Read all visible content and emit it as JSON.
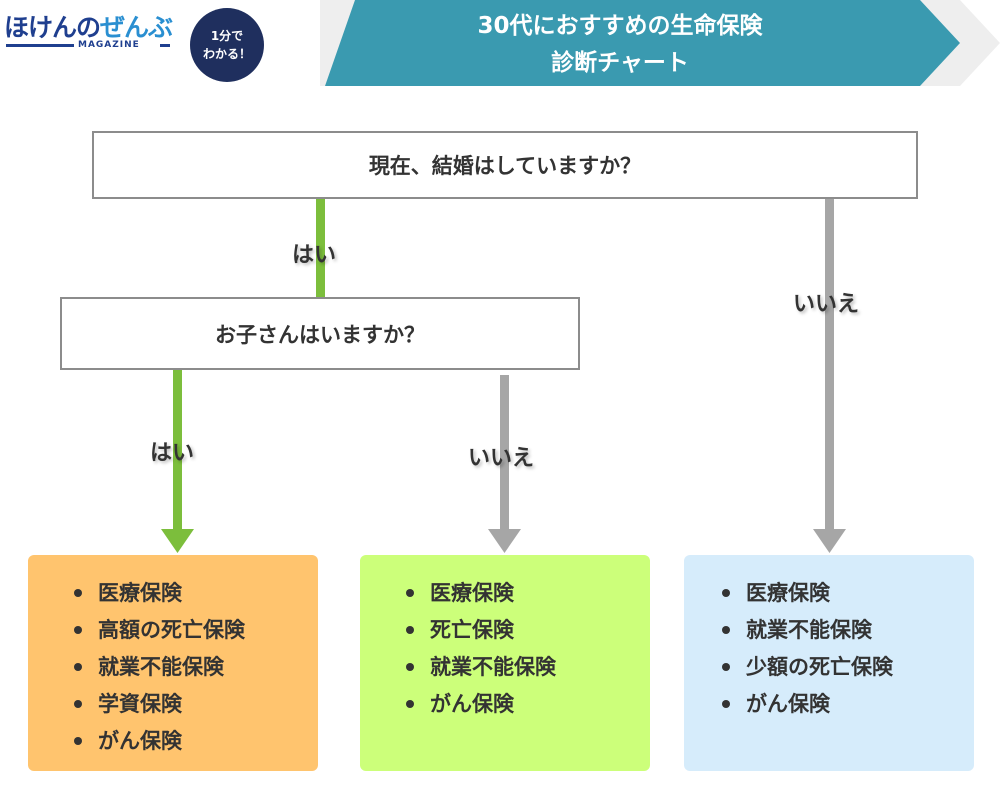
{
  "header": {
    "logo_main_1": "ほけんの",
    "logo_main_2": "ぜんぶ",
    "logo_sub": "MAGAZINE",
    "badge_line1": "1分で",
    "badge_line2": "わかる！",
    "title_line1": "30代におすすめの生命保険",
    "title_line2": "診断チャート"
  },
  "questions": {
    "q1": "現在、結婚はしていますか？",
    "q2": "お子さんはいますか？"
  },
  "branches": {
    "married_yes": "はい",
    "married_no": "いいえ",
    "children_yes": "はい",
    "children_no": "いいえ"
  },
  "results": [
    {
      "items": [
        "医療保険",
        "高額の死亡保険",
        "就業不能保険",
        "学資保険",
        "がん保険"
      ]
    },
    {
      "items": [
        "医療保険",
        "死亡保険",
        "就業不能保険",
        "がん保険"
      ]
    },
    {
      "items": [
        "医療保険",
        "就業不能保険",
        "少額の死亡保険",
        "がん保険"
      ]
    }
  ],
  "colors": {
    "header_teal": "#3a9ab0",
    "badge_navy": "#1f2f5e",
    "yes_green": "#7cbe3c",
    "no_gray": "#a6a6a6",
    "result_orange": "#ffc46e",
    "result_lime": "#ccff7a",
    "result_blue": "#d6ecfb"
  }
}
